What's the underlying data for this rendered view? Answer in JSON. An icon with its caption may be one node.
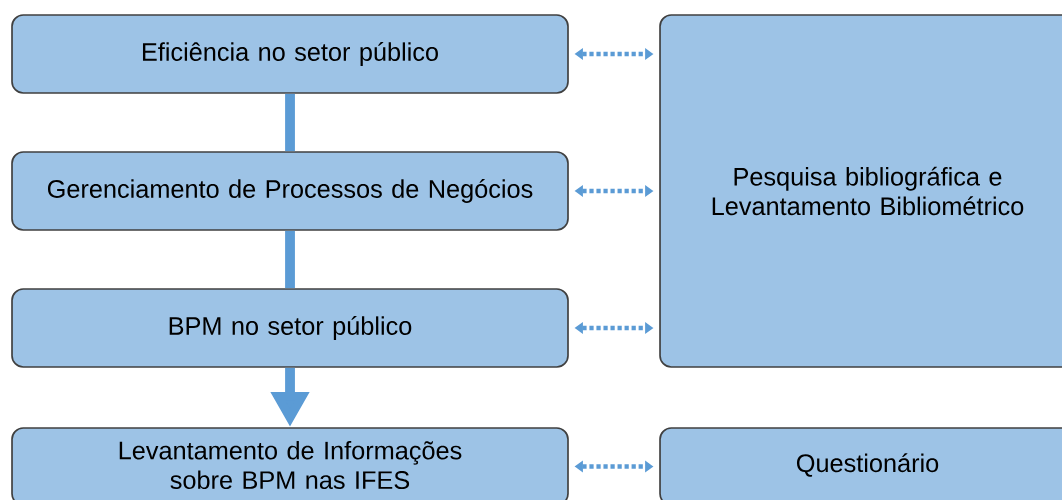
{
  "diagram": {
    "nodes": [
      {
        "text": [
          "Eficiência no setor público"
        ]
      },
      {
        "text": [
          "Gerenciamento de Processos de Negócios"
        ]
      },
      {
        "text": [
          "BPM no setor público"
        ]
      },
      {
        "text": [
          "Levantamento de Informações sobre BPM nas IFES"
        ]
      },
      {
        "text": [
          "Pesquisa bibliográfica e Levantamento Bibliométrico"
        ]
      },
      {
        "text": [
          "Questionário"
        ]
      }
    ],
    "edges": [
      {
        "from": 0,
        "to": 1,
        "arrow": "none",
        "style": "thick"
      },
      {
        "from": 1,
        "to": 2,
        "arrow": "none",
        "style": "thick"
      },
      {
        "from": 2,
        "to": 3,
        "arrow": "to",
        "style": "thick"
      },
      {
        "from": 0,
        "to": 4,
        "arrow": "both",
        "style": "dashed"
      },
      {
        "from": 1,
        "to": 4,
        "arrow": "both",
        "style": "dashed"
      },
      {
        "from": 2,
        "to": 4,
        "arrow": "both",
        "style": "dashed"
      },
      {
        "from": 3,
        "to": 5,
        "arrow": "both",
        "style": "dashed"
      }
    ]
  }
}
